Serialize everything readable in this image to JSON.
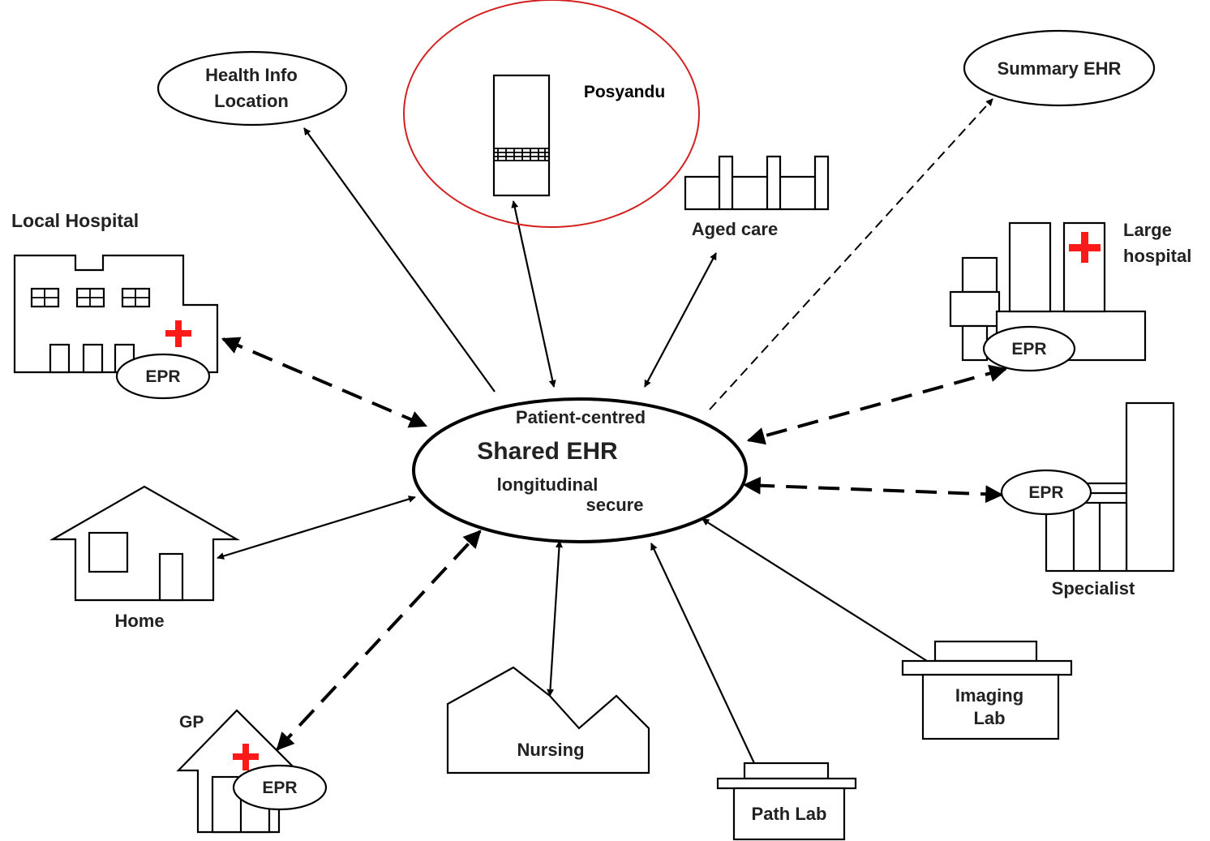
{
  "center": {
    "line1": "Patient-centred",
    "line2": "Shared EHR",
    "line3": "longitudinal",
    "line4": "secure"
  },
  "nodes": {
    "health_info_line1": "Health Info",
    "health_info_line2": "Location",
    "posyandu": "Posyandu",
    "summary_ehr": "Summary EHR",
    "aged_care": "Aged care",
    "local_hospital": "Local Hospital",
    "large_hospital_line1": "Large",
    "large_hospital_line2": "hospital",
    "specialist": "Specialist",
    "home": "Home",
    "gp": "GP",
    "nursing": "Nursing",
    "path_lab": "Path Lab",
    "imaging_lab_line1": "Imaging",
    "imaging_lab_line2": "Lab",
    "epr": "EPR"
  },
  "colors": {
    "highlight": "#d42020",
    "cross": "#ff1a1a",
    "stroke": "#000000"
  }
}
